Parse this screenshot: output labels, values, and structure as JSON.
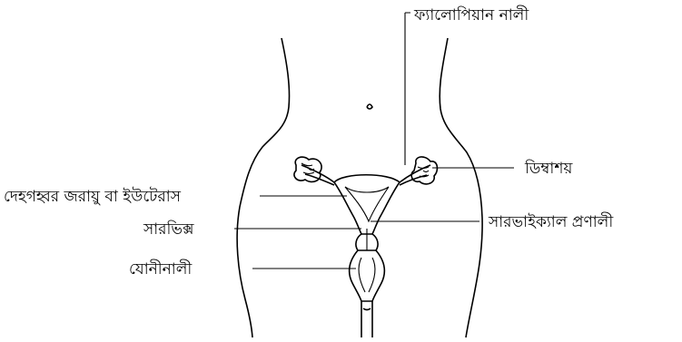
{
  "labels": {
    "fallopian_tube": "ফ্যালোপিয়ান নালী",
    "ovary": "ডিম্বাশয়",
    "uterus": "দেহগহ্বর জরায়ু বা ইউটেরাস",
    "cervix": "সারভিক্স",
    "cervical_canal": "সারভাইক্যাল প্রণালী",
    "vagina": "যোনীনালী"
  }
}
